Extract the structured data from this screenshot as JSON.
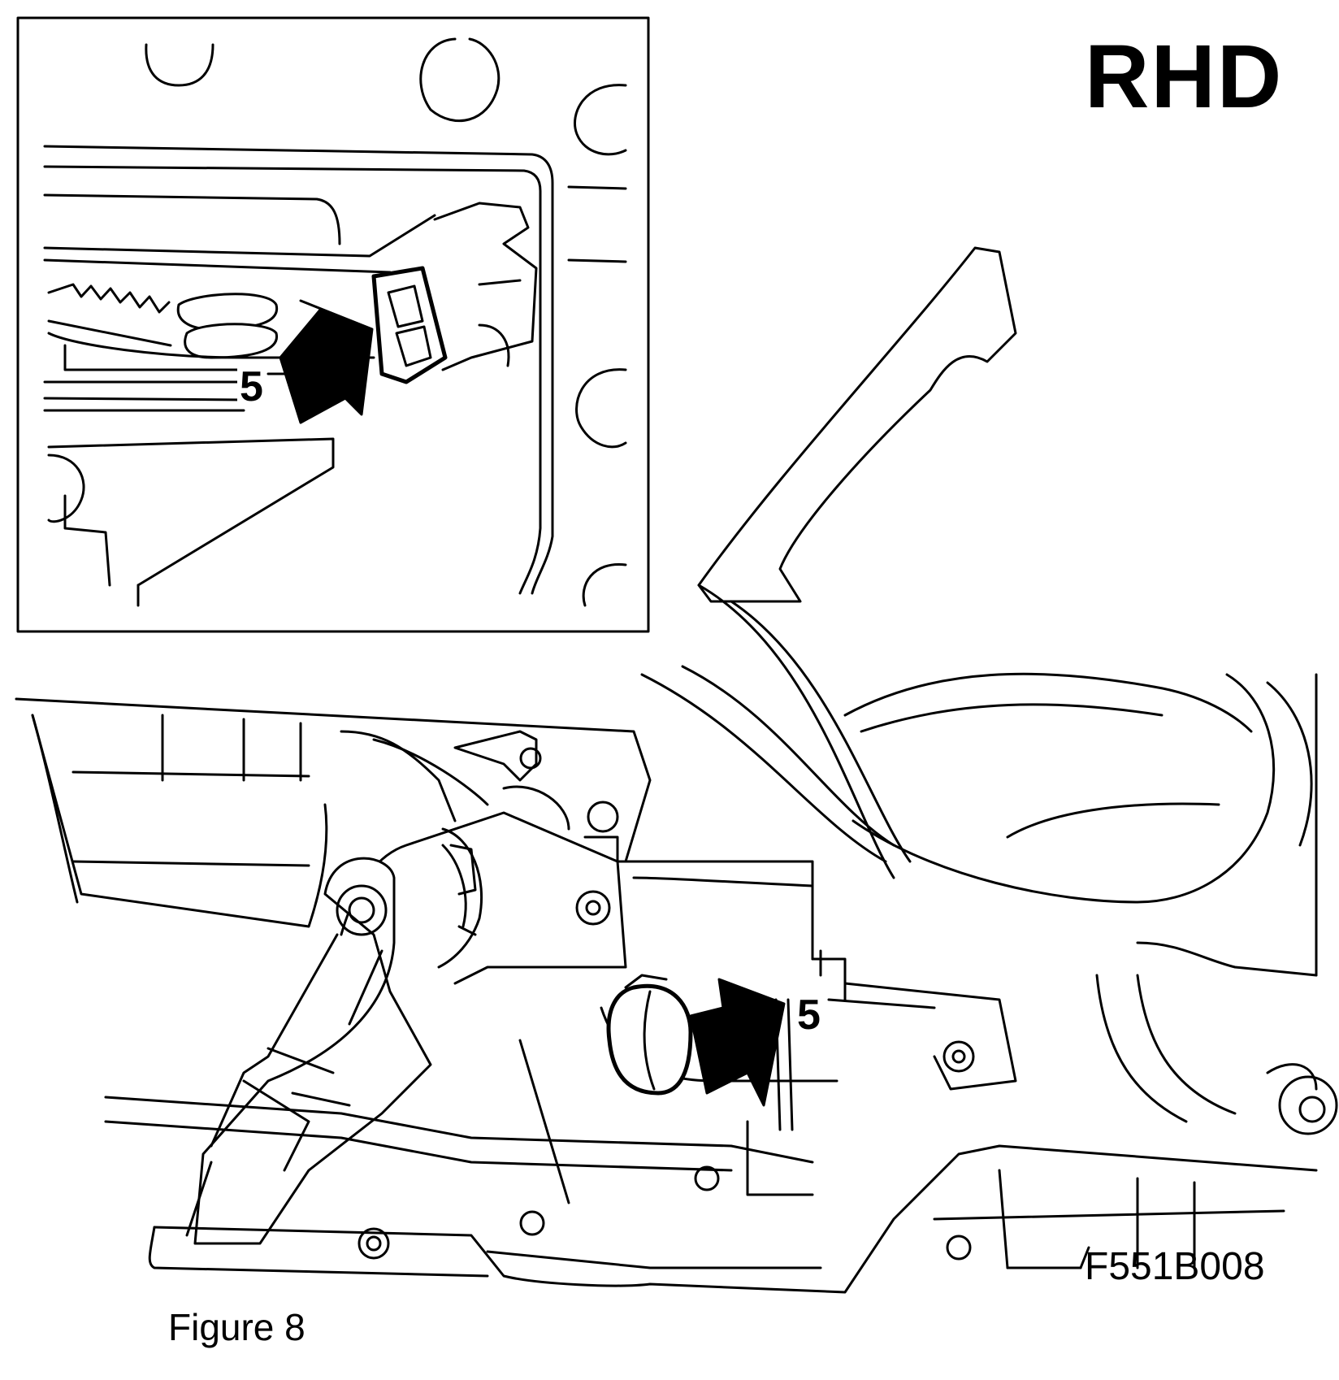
{
  "figure": {
    "variant_label": "RHD",
    "drawing_code": "F551B008",
    "caption": "Figure 8",
    "callouts": {
      "inset": "5",
      "main": "5"
    }
  },
  "colors": {
    "line": "#000000",
    "background": "#ffffff"
  },
  "icons": {
    "callout_arrow": "arrow-icon",
    "connector": "connector-icon"
  }
}
